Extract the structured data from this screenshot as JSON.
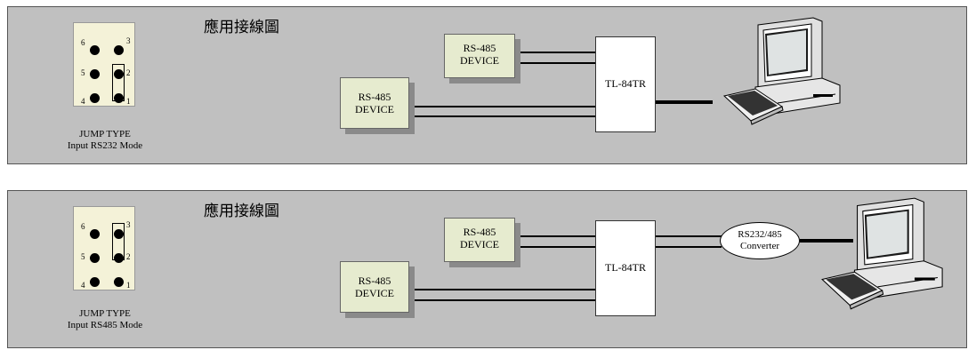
{
  "panels": [
    {
      "heading": "應用接線圖",
      "jump_title": "JUMP  TYPE",
      "jump_mode": "Input RS232 Mode",
      "pin_numbers": [
        "6",
        "3",
        "5",
        "2",
        "4",
        "1"
      ],
      "device_top": [
        "RS-485",
        "DEVICE"
      ],
      "device_bottom": [
        "RS-485",
        "DEVICE"
      ],
      "controller": "TL-84TR",
      "computer_icon": "computer-icon"
    },
    {
      "heading": "應用接線圖",
      "jump_title": "JUMP  TYPE",
      "jump_mode": "Input RS485 Mode",
      "pin_numbers": [
        "6",
        "3",
        "5",
        "2",
        "4",
        "1"
      ],
      "device_top": [
        "RS-485",
        "DEVICE"
      ],
      "device_bottom": [
        "RS-485",
        "DEVICE"
      ],
      "controller": "TL-84TR",
      "converter": [
        "RS232/485",
        "Converter"
      ],
      "computer_icon": "computer-icon"
    }
  ]
}
